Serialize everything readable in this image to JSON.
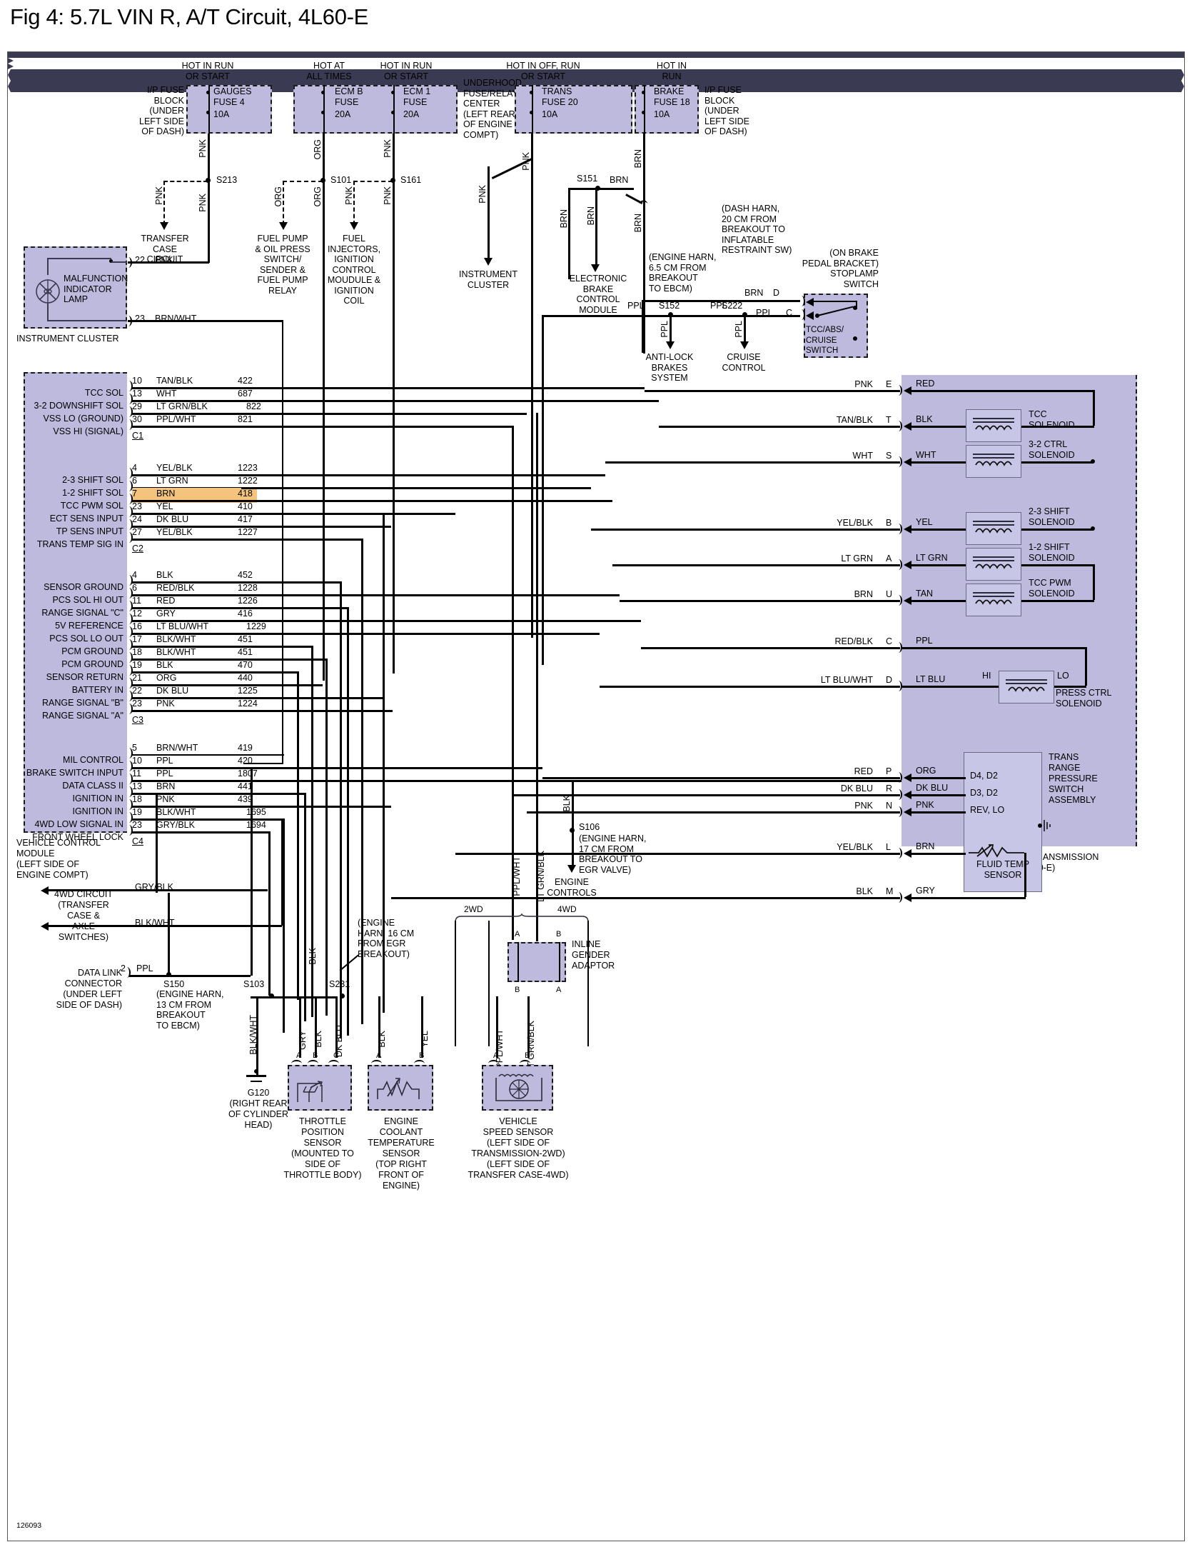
{
  "figure": {
    "title": "Fig 4: 5.7L VIN R, A/T Circuit, 4L60-E",
    "id_code": "126093"
  },
  "power_sources": [
    {
      "id": "gauges",
      "hot_note": "HOT IN RUN\nOR START",
      "fuse_name": "GAUGES\nFUSE 4",
      "rating": "10A",
      "block_label": "I/P FUSE\nBLOCK\n(UNDER\nLEFT SIDE\nOF DASH)",
      "wire": "PNK"
    },
    {
      "id": "ecmb",
      "hot_note": "HOT AT\nALL TIMES",
      "fuse_name": "ECM B\nFUSE",
      "rating": "20A",
      "block_label": "",
      "wire": "ORG"
    },
    {
      "id": "ecm1",
      "hot_note": "HOT IN RUN\nOR START",
      "fuse_name": "ECM 1\nFUSE",
      "rating": "20A",
      "block_label": "UNDERHOOD\nFUSE/RELAY\nCENTER\n(LEFT REAR\nOF ENGINE\nCOMPT)",
      "wire": "PNK"
    },
    {
      "id": "trans",
      "hot_note": "HOT IN OFF, RUN\nOR START",
      "fuse_name": "TRANS\nFUSE 20",
      "rating": "10A",
      "block_label": "",
      "wire": "PNK"
    },
    {
      "id": "brake",
      "hot_note": "HOT IN\nRUN",
      "fuse_name": "BRAKE\nFUSE 18",
      "rating": "10A",
      "block_label": "I/P FUSE\nBLOCK\n(UNDER\nLEFT SIDE\nOF DASH)",
      "wire": "BRN"
    }
  ],
  "splices": {
    "s213": "S213",
    "s101": "S101",
    "s161": "S161",
    "s151": "S151",
    "s152": "S152",
    "s222": "S222",
    "s106": "S106",
    "s150": "S150",
    "s103": "S103",
    "s231": "S231"
  },
  "destinations": {
    "transfer_case": "TRANSFER\nCASE\nCIRCUIT",
    "fuel_pump": "FUEL PUMP\n& OIL PRESS\nSWITCH/\nSENDER &\nFUEL PUMP\nRELAY",
    "fuel_injectors": "FUEL\nINJECTORS,\nIGNITION\nCONTROL\nMOUDULE &\nIGNITION\nCOIL",
    "instrument_cluster": "INSTRUMENT\nCLUSTER",
    "ebcm": "ELECTRONIC\nBRAKE\nCONTROL\nMODULE",
    "abs": "ANTI-LOCK\nBRAKES\nSYSTEM",
    "cruise": "CRUISE\nCONTROL",
    "engine_controls": "ENGINE\nCONTROLS"
  },
  "notes": {
    "dash_harn": "(DASH HARN,\n20 CM FROM\nBREAKOUT TO\nINFLATABLE\nRESTRAINT SW)",
    "engine_harn_ebcm": "(ENGINE HARN,\n6.5 CM FROM\nBREAKOUT\nTO EBCM)",
    "brake_pedal": "(ON BRAKE\nPEDAL BRACKET)\nSTOPLAMP\nSWITCH",
    "engine_harn_egr17": "(ENGINE HARN,\n17 CM FROM\nBREAKOUT TO\nEGR VALVE)",
    "engine_harn_egr16": "(ENGINE\nHARN, 16 CM\nFROM EGR\nBREAKOUT)",
    "s150_note": "(ENGINE HARN,\n13 CM FROM\nBREAKOUT\nTO EBCM)",
    "g120": "G120\n(RIGHT REAR\nOF CYLINDER\nHEAD)"
  },
  "instrument_cluster": {
    "lamp_label": "MALFUNCTION\nINDICATOR\nLAMP",
    "caption": "INSTRUMENT CLUSTER",
    "pins": [
      {
        "num": "22",
        "color": "PNK"
      },
      {
        "num": "23",
        "color": "BRN/WHT"
      }
    ]
  },
  "vcm": {
    "caption": "VEHICLE CONTROL\nMODULE\n(LEFT SIDE OF\nENGINE COMPT)",
    "connectors": [
      {
        "id": "C1",
        "rows": [
          {
            "func": "",
            "num": "10",
            "color": "TAN/BLK",
            "circuit": "422",
            "highlight": false
          },
          {
            "func": "TCC SOL",
            "num": "13",
            "color": "WHT",
            "circuit": "687",
            "highlight": false
          },
          {
            "func": "3-2 DOWNSHIFT SOL",
            "num": "29",
            "color": "LT GRN/BLK",
            "circuit": "822",
            "highlight": false
          },
          {
            "func": "VSS LO (GROUND)",
            "num": "30",
            "color": "PPL/WHT",
            "circuit": "821",
            "highlight": false
          },
          {
            "func": "VSS HI (SIGNAL)",
            "num": "",
            "color": "",
            "circuit": "",
            "highlight": false
          }
        ]
      },
      {
        "id": "C2",
        "rows": [
          {
            "func": "",
            "num": "4",
            "color": "YEL/BLK",
            "circuit": "1223",
            "highlight": false
          },
          {
            "func": "2-3 SHIFT SOL",
            "num": "6",
            "color": "LT GRN",
            "circuit": "1222",
            "highlight": false
          },
          {
            "func": "1-2 SHIFT SOL",
            "num": "7",
            "color": "BRN",
            "circuit": "418",
            "highlight": true
          },
          {
            "func": "TCC PWM SOL",
            "num": "23",
            "color": "YEL",
            "circuit": "410",
            "highlight": false
          },
          {
            "func": "ECT SENS INPUT",
            "num": "24",
            "color": "DK BLU",
            "circuit": "417",
            "highlight": false
          },
          {
            "func": "TP SENS INPUT",
            "num": "27",
            "color": "YEL/BLK",
            "circuit": "1227",
            "highlight": false
          },
          {
            "func": "TRANS TEMP SIG IN",
            "num": "",
            "color": "",
            "circuit": "",
            "highlight": false
          }
        ]
      },
      {
        "id": "C3",
        "rows": [
          {
            "func": "",
            "num": "4",
            "color": "BLK",
            "circuit": "452",
            "highlight": false
          },
          {
            "func": "SENSOR GROUND",
            "num": "6",
            "color": "RED/BLK",
            "circuit": "1228",
            "highlight": false
          },
          {
            "func": "PCS SOL HI OUT",
            "num": "11",
            "color": "RED",
            "circuit": "1226",
            "highlight": false
          },
          {
            "func": "RANGE SIGNAL \"C\"",
            "num": "12",
            "color": "GRY",
            "circuit": "416",
            "highlight": false
          },
          {
            "func": "5V REFERENCE",
            "num": "16",
            "color": "LT BLU/WHT",
            "circuit": "1229",
            "highlight": false
          },
          {
            "func": "PCS SOL LO OUT",
            "num": "17",
            "color": "BLK/WHT",
            "circuit": "451",
            "highlight": false
          },
          {
            "func": "PCM GROUND",
            "num": "18",
            "color": "BLK/WHT",
            "circuit": "451",
            "highlight": false
          },
          {
            "func": "PCM GROUND",
            "num": "19",
            "color": "BLK",
            "circuit": "470",
            "highlight": false
          },
          {
            "func": "SENSOR RETURN",
            "num": "21",
            "color": "ORG",
            "circuit": "440",
            "highlight": false
          },
          {
            "func": "BATTERY IN",
            "num": "22",
            "color": "DK BLU",
            "circuit": "1225",
            "highlight": false
          },
          {
            "func": "RANGE SIGNAL \"B\"",
            "num": "23",
            "color": "PNK",
            "circuit": "1224",
            "highlight": false
          },
          {
            "func": "RANGE SIGNAL \"A\"",
            "num": "",
            "color": "",
            "circuit": "",
            "highlight": false
          }
        ]
      },
      {
        "id": "C4",
        "rows": [
          {
            "func": "",
            "num": "5",
            "color": "BRN/WHT",
            "circuit": "419",
            "highlight": false
          },
          {
            "func": "MIL CONTROL",
            "num": "10",
            "color": "PPL",
            "circuit": "420",
            "highlight": false
          },
          {
            "func": "BRAKE SWITCH INPUT",
            "num": "11",
            "color": "PPL",
            "circuit": "1807",
            "highlight": false
          },
          {
            "func": "DATA CLASS II",
            "num": "13",
            "color": "BRN",
            "circuit": "441",
            "highlight": false
          },
          {
            "func": "IGNITION IN",
            "num": "18",
            "color": "PNK",
            "circuit": "439",
            "highlight": false
          },
          {
            "func": "IGNITION IN",
            "num": "19",
            "color": "BLK/WHT",
            "circuit": "1695",
            "highlight": false
          },
          {
            "func": "4WD LOW SIGNAL IN",
            "num": "23",
            "color": "GRY/BLK",
            "circuit": "1694",
            "highlight": false
          },
          {
            "func": "FRONT WHEEL LOCK",
            "num": "",
            "color": "",
            "circuit": "",
            "highlight": false
          }
        ]
      }
    ]
  },
  "left_bottom": {
    "fourwd_circuit": "4WD CIRCUIT\n(TRANSFER\nCASE &\nAXLE\nSWITCHES)",
    "wire_gryblk": "GRY/BLK",
    "wire_blkwht": "BLK/WHT",
    "dlc": "DATA LINK\nCONNECTOR\n(UNDER LEFT\nSIDE OF DASH)",
    "dlc_pin": "2",
    "dlc_color": "PPL"
  },
  "tcc_abs_switch": {
    "label": "TCC/ABS/\nCRUISE\nSWITCH",
    "pin_d": "D",
    "pin_c": "C",
    "wire_d": "BRN",
    "wire_c": "PPL"
  },
  "transmission": {
    "caption": "AUTOMATIC TRANSMISSION\n(4L60-E)",
    "circuits": [
      {
        "ext_color": "PNK",
        "pin": "E",
        "int_color": "RED",
        "device": ""
      },
      {
        "ext_color": "TAN/BLK",
        "pin": "T",
        "int_color": "BLK",
        "device": "TCC\nSOLENOID"
      },
      {
        "ext_color": "WHT",
        "pin": "S",
        "int_color": "WHT",
        "device": "3-2 CTRL\nSOLENOID"
      },
      {
        "ext_color": "YEL/BLK",
        "pin": "B",
        "int_color": "YEL",
        "device": "2-3 SHIFT\nSOLENOID"
      },
      {
        "ext_color": "LT GRN",
        "pin": "A",
        "int_color": "LT GRN",
        "device": "1-2 SHIFT\nSOLENOID"
      },
      {
        "ext_color": "BRN",
        "pin": "U",
        "int_color": "TAN",
        "device": "TCC PWM\nSOLENOID"
      },
      {
        "ext_color": "RED/BLK",
        "pin": "C",
        "int_color": "PPL",
        "device": ""
      },
      {
        "ext_color": "LT BLU/WHT",
        "pin": "D",
        "int_color": "LT BLU",
        "device": "PRESS CTRL\nSOLENOID"
      },
      {
        "ext_color": "RED",
        "pin": "P",
        "int_color": "ORG",
        "device": "D4, D2"
      },
      {
        "ext_color": "DK BLU",
        "pin": "R",
        "int_color": "DK BLU",
        "device": "D3, D2"
      },
      {
        "ext_color": "PNK",
        "pin": "N",
        "int_color": "PNK",
        "device": "REV, LO"
      },
      {
        "ext_color": "YEL/BLK",
        "pin": "L",
        "int_color": "BRN",
        "device": ""
      },
      {
        "ext_color": "BLK",
        "pin": "M",
        "int_color": "GRY",
        "device": ""
      }
    ],
    "press_ctrl_hi": "HI",
    "press_ctrl_lo": "LO",
    "range_switch_label": "TRANS\nRANGE\nPRESSURE\nSWITCH\nASSEMBLY",
    "fluid_temp_label": "FLUID TEMP\nSENSOR"
  },
  "bottom_sensors": {
    "tps": {
      "label": "THROTTLE\nPOSITION\nSENSOR\n(MOUNTED TO\nSIDE OF\nTHROTTLE BODY)",
      "pins": [
        {
          "id": "A",
          "color": "GRY"
        },
        {
          "id": "B",
          "color": "BLK"
        },
        {
          "id": "C",
          "color": "DK BLU"
        }
      ]
    },
    "ect": {
      "label": "ENGINE\nCOOLANT\nTEMPERATURE\nSENSOR\n(TOP RIGHT\nFRONT OF\nENGINE)",
      "pins": [
        {
          "id": "A",
          "color": "BLK"
        },
        {
          "id": "B",
          "color": "YEL"
        }
      ]
    },
    "vss": {
      "label": "VEHICLE\nSPEED SENSOR\n(LEFT SIDE OF\nTRANSMISSION-2WD)\n(LEFT SIDE OF\nTRANSFER CASE-4WD)",
      "pins": [
        {
          "id": "A",
          "color": "PPL/WHT"
        },
        {
          "id": "B",
          "color": "LT GRN/BLK"
        }
      ]
    },
    "adaptor": {
      "label": "INLINE\nGENDER\nADAPTOR",
      "mode_2wd": "2WD",
      "mode_4wd": "4WD",
      "pins_top": [
        "A",
        "B"
      ],
      "pins_bottom": [
        "B",
        "A"
      ]
    },
    "wire_blk": "BLK",
    "wire_blkwht": "BLK/WHT",
    "wire_pplwht": "PPL/WHT",
    "wire_ltgrnblk": "LT GRN/BLK"
  },
  "colors": {
    "box_fill": "#bdbade",
    "highlight": "#f5c47c",
    "wire": "#000000"
  }
}
